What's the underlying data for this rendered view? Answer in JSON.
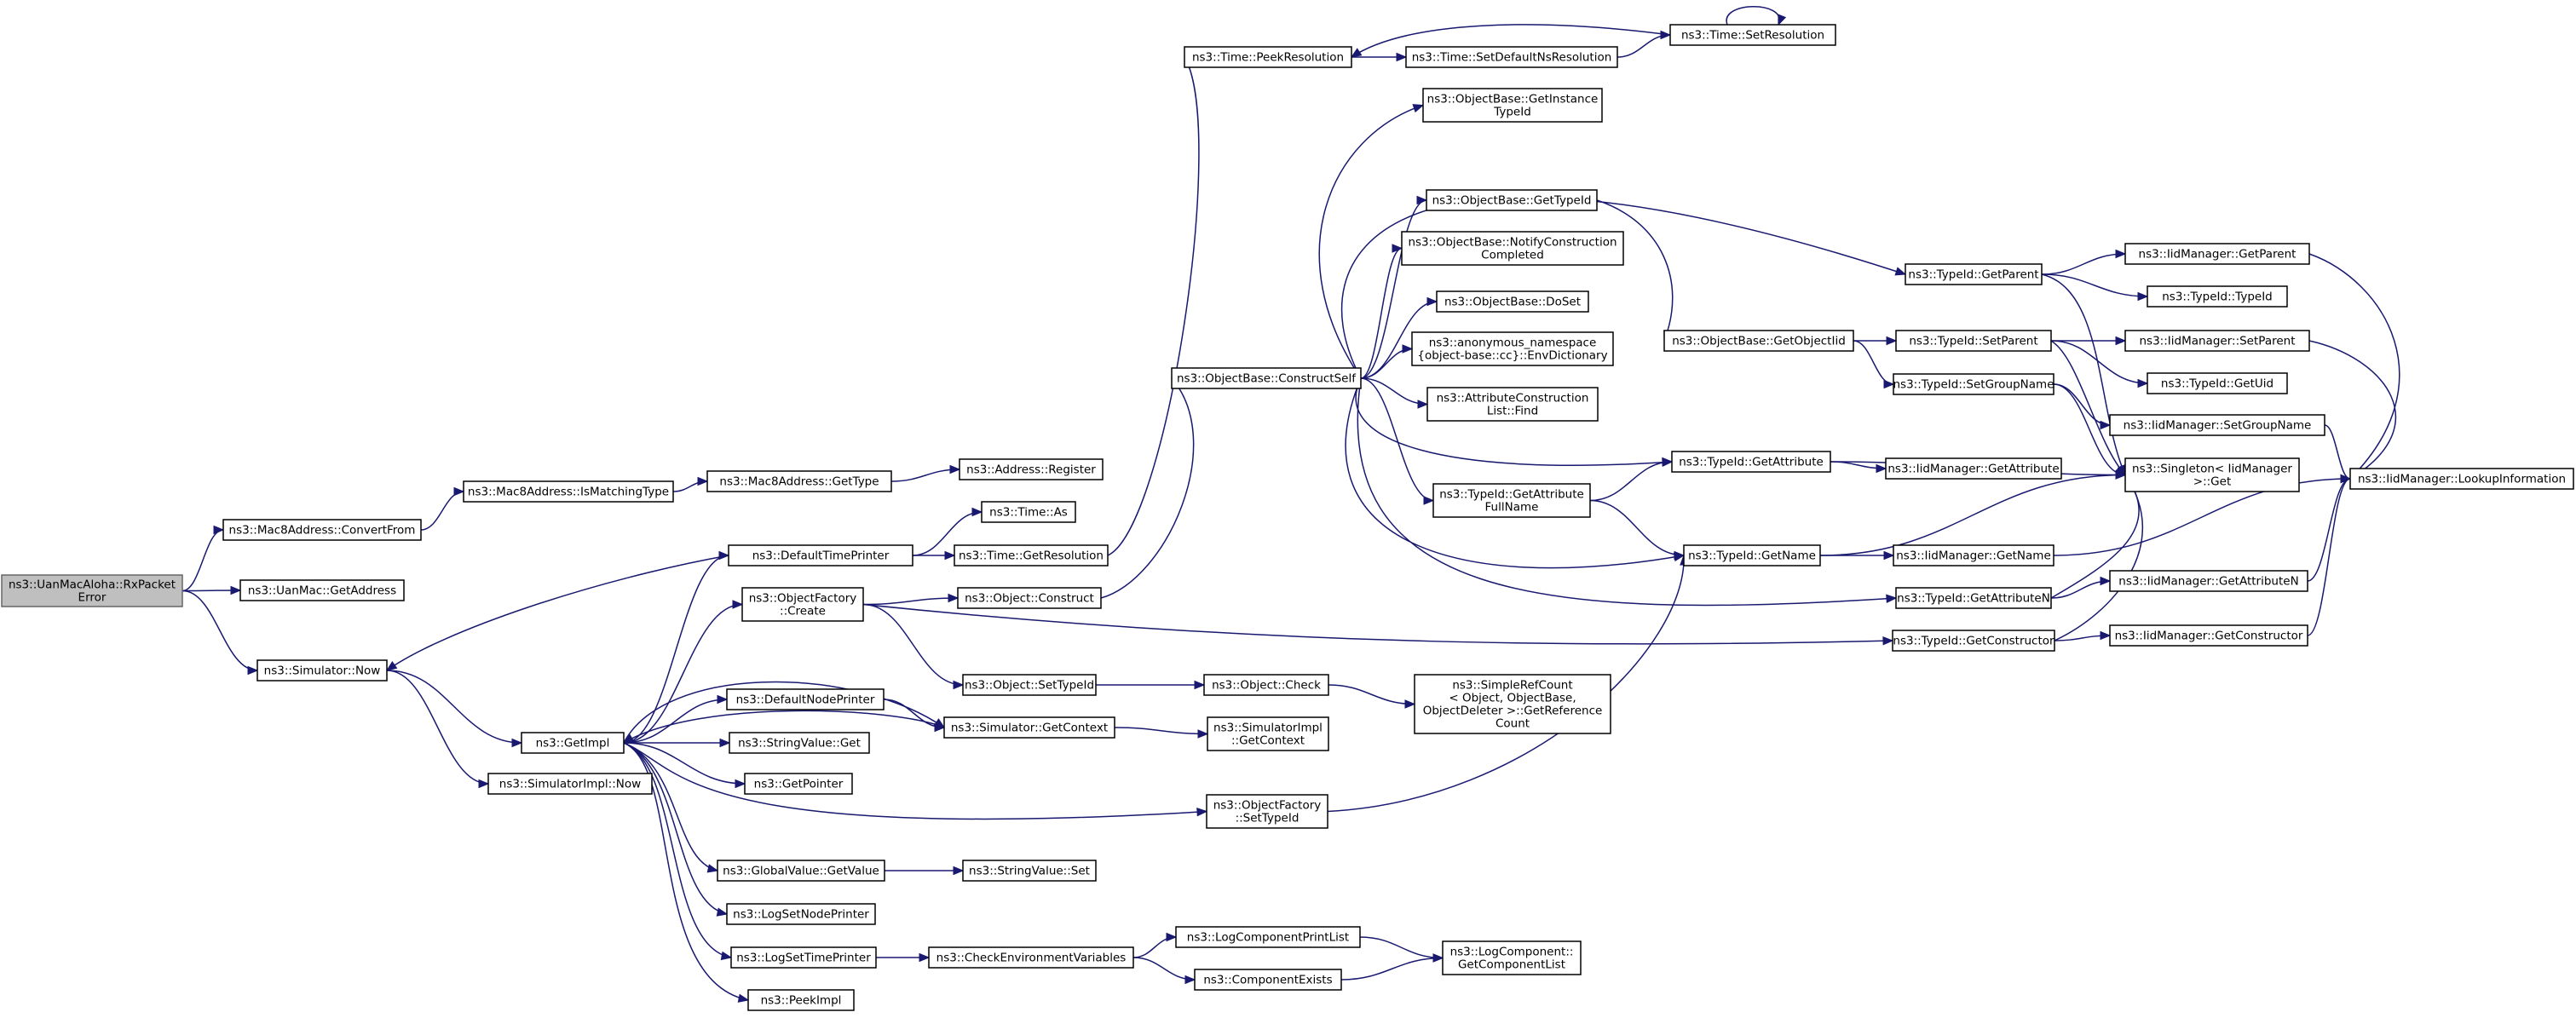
{
  "colors": {
    "edge": "#191970",
    "node_fill": "#ffffff",
    "node_border": "#000000",
    "root_fill": "#bfbfbf",
    "root_border": "#666666"
  },
  "nodes": [
    {
      "id": "root",
      "lines": [
        "ns3::UanMacAloha::RxPacket",
        "Error"
      ],
      "root": true
    },
    {
      "id": "mac8conv",
      "lines": [
        "ns3::Mac8Address::ConvertFrom"
      ]
    },
    {
      "id": "uangetaddr",
      "lines": [
        "ns3::UanMac::GetAddress"
      ]
    },
    {
      "id": "simnow",
      "lines": [
        "ns3::Simulator::Now"
      ]
    },
    {
      "id": "ismatching",
      "lines": [
        "ns3::Mac8Address::IsMatchingType"
      ]
    },
    {
      "id": "mac8gettype",
      "lines": [
        "ns3::Mac8Address::GetType"
      ]
    },
    {
      "id": "addrreg",
      "lines": [
        "ns3::Address::Register"
      ]
    },
    {
      "id": "deftimeprinter",
      "lines": [
        "ns3::DefaultTimePrinter"
      ]
    },
    {
      "id": "timeas",
      "lines": [
        "ns3::Time::As"
      ]
    },
    {
      "id": "timegetres",
      "lines": [
        "ns3::Time::GetResolution"
      ]
    },
    {
      "id": "peekres",
      "lines": [
        "ns3::Time::PeekResolution"
      ]
    },
    {
      "id": "setdefns",
      "lines": [
        "ns3::Time::SetDefaultNsResolution"
      ]
    },
    {
      "id": "setres",
      "lines": [
        "ns3::Time::SetResolution"
      ]
    },
    {
      "id": "objfactcreate",
      "lines": [
        "ns3::ObjectFactory",
        "::Create"
      ]
    },
    {
      "id": "objconstruct",
      "lines": [
        "ns3::Object::Construct"
      ]
    },
    {
      "id": "constructself",
      "lines": [
        "ns3::ObjectBase::ConstructSelf"
      ]
    },
    {
      "id": "getinstancetid",
      "lines": [
        "ns3::ObjectBase::GetInstance",
        "TypeId"
      ]
    },
    {
      "id": "obgettypeid",
      "lines": [
        "ns3::ObjectBase::GetTypeId"
      ]
    },
    {
      "id": "notifyconstr",
      "lines": [
        "ns3::ObjectBase::NotifyConstruction",
        "Completed"
      ]
    },
    {
      "id": "doset",
      "lines": [
        "ns3::ObjectBase::DoSet"
      ]
    },
    {
      "id": "envdict",
      "lines": [
        "ns3::anonymous_namespace",
        "{object-base::cc}::EnvDictionary"
      ]
    },
    {
      "id": "attrconstfind",
      "lines": [
        "ns3::AttributeConstruction",
        "List::Find"
      ]
    },
    {
      "id": "tidgetattrfull",
      "lines": [
        "ns3::TypeId::GetAttribute",
        "FullName"
      ]
    },
    {
      "id": "getobjectiid",
      "lines": [
        "ns3::ObjectBase::GetObjectIid"
      ]
    },
    {
      "id": "tidgetparent",
      "lines": [
        "ns3::TypeId::GetParent"
      ]
    },
    {
      "id": "tidsetparent",
      "lines": [
        "ns3::TypeId::SetParent"
      ]
    },
    {
      "id": "tidsetgroup",
      "lines": [
        "ns3::TypeId::SetGroupName"
      ]
    },
    {
      "id": "tidgetattr",
      "lines": [
        "ns3::TypeId::GetAttribute"
      ]
    },
    {
      "id": "tidgetname",
      "lines": [
        "ns3::TypeId::GetName"
      ]
    },
    {
      "id": "tidgetattrn",
      "lines": [
        "ns3::TypeId::GetAttributeN"
      ]
    },
    {
      "id": "tidgetconstr",
      "lines": [
        "ns3::TypeId::GetConstructor"
      ]
    },
    {
      "id": "iidgetparent",
      "lines": [
        "ns3::IidManager::GetParent"
      ]
    },
    {
      "id": "tidtypeid",
      "lines": [
        "ns3::TypeId::TypeId"
      ]
    },
    {
      "id": "iidsetparent",
      "lines": [
        "ns3::IidManager::SetParent"
      ]
    },
    {
      "id": "tidgetuid",
      "lines": [
        "ns3::TypeId::GetUid"
      ]
    },
    {
      "id": "iidsetgroup",
      "lines": [
        "ns3::IidManager::SetGroupName"
      ]
    },
    {
      "id": "singletonget",
      "lines": [
        "ns3::Singleton< IidManager",
        " >::Get"
      ]
    },
    {
      "id": "iidgetattr",
      "lines": [
        "ns3::IidManager::GetAttribute"
      ]
    },
    {
      "id": "iidgetname",
      "lines": [
        "ns3::IidManager::GetName"
      ]
    },
    {
      "id": "iidgetattrn",
      "lines": [
        "ns3::IidManager::GetAttributeN"
      ]
    },
    {
      "id": "iidgetconstr",
      "lines": [
        "ns3::IidManager::GetConstructor"
      ]
    },
    {
      "id": "lookupinfo",
      "lines": [
        "ns3::IidManager::LookupInformation"
      ]
    },
    {
      "id": "objsettypeid",
      "lines": [
        "ns3::Object::SetTypeId"
      ]
    },
    {
      "id": "objcheck",
      "lines": [
        "ns3::Object::Check"
      ]
    },
    {
      "id": "simplerefcount",
      "lines": [
        "ns3::SimpleRefCount",
        "< Object, ObjectBase,",
        " ObjectDeleter >::GetReference",
        "Count"
      ]
    },
    {
      "id": "getimpl",
      "lines": [
        "ns3::GetImpl"
      ]
    },
    {
      "id": "simimplnow",
      "lines": [
        "ns3::SimulatorImpl::Now"
      ]
    },
    {
      "id": "defnodeprinter",
      "lines": [
        "ns3::DefaultNodePrinter"
      ]
    },
    {
      "id": "simgetcontext",
      "lines": [
        "ns3::Simulator::GetContext"
      ]
    },
    {
      "id": "simimplgetcontext",
      "lines": [
        "ns3::SimulatorImpl",
        "::GetContext"
      ]
    },
    {
      "id": "strvalget",
      "lines": [
        "ns3::StringValue::Get"
      ]
    },
    {
      "id": "getpointer",
      "lines": [
        "ns3::GetPointer"
      ]
    },
    {
      "id": "objfactsettid",
      "lines": [
        "ns3::ObjectFactory",
        "::SetTypeId"
      ]
    },
    {
      "id": "globalvalget",
      "lines": [
        "ns3::GlobalValue::GetValue"
      ]
    },
    {
      "id": "strvalset",
      "lines": [
        "ns3::StringValue::Set"
      ]
    },
    {
      "id": "logsetnode",
      "lines": [
        "ns3::LogSetNodePrinter"
      ]
    },
    {
      "id": "logsettime",
      "lines": [
        "ns3::LogSetTimePrinter"
      ]
    },
    {
      "id": "checkenv",
      "lines": [
        "ns3::CheckEnvironmentVariables"
      ]
    },
    {
      "id": "logcompprint",
      "lines": [
        "ns3::LogComponentPrintList"
      ]
    },
    {
      "id": "compexists",
      "lines": [
        "ns3::ComponentExists"
      ]
    },
    {
      "id": "logcompgetlist",
      "lines": [
        "ns3::LogComponent::",
        "GetComponentList"
      ]
    },
    {
      "id": "peekimpl",
      "lines": [
        "ns3::PeekImpl"
      ]
    }
  ],
  "edges": [
    [
      "root",
      "mac8conv"
    ],
    [
      "root",
      "uangetaddr"
    ],
    [
      "root",
      "simnow"
    ],
    [
      "mac8conv",
      "ismatching"
    ],
    [
      "ismatching",
      "mac8gettype"
    ],
    [
      "mac8gettype",
      "addrreg"
    ],
    [
      "simnow",
      "getimpl"
    ],
    [
      "simnow",
      "simimplnow"
    ],
    [
      "deftimeprinter",
      "simnow"
    ],
    [
      "deftimeprinter",
      "timeas"
    ],
    [
      "deftimeprinter",
      "timegetres"
    ],
    [
      "timegetres",
      "peekres"
    ],
    [
      "peekres",
      "setdefns"
    ],
    [
      "setdefns",
      "setres"
    ],
    [
      "setres",
      "peekres"
    ],
    [
      "setres",
      "setres"
    ],
    [
      "getimpl",
      "deftimeprinter"
    ],
    [
      "getimpl",
      "objfactcreate"
    ],
    [
      "getimpl",
      "defnodeprinter"
    ],
    [
      "getimpl",
      "strvalget"
    ],
    [
      "getimpl",
      "getpointer"
    ],
    [
      "getimpl",
      "objfactsettid"
    ],
    [
      "getimpl",
      "globalvalget"
    ],
    [
      "getimpl",
      "logsetnode"
    ],
    [
      "getimpl",
      "logsettime"
    ],
    [
      "getimpl",
      "peekimpl"
    ],
    [
      "getimpl",
      "simgetcontext"
    ],
    [
      "simgetcontext",
      "getimpl"
    ],
    [
      "simgetcontext",
      "simimplgetcontext"
    ],
    [
      "defnodeprinter",
      "simgetcontext"
    ],
    [
      "objfactcreate",
      "objconstruct"
    ],
    [
      "objfactcreate",
      "objsettypeid"
    ],
    [
      "objfactcreate",
      "tidgetconstr"
    ],
    [
      "objconstruct",
      "constructself"
    ],
    [
      "objsettypeid",
      "objcheck"
    ],
    [
      "objcheck",
      "simplerefcount"
    ],
    [
      "constructself",
      "getinstancetid"
    ],
    [
      "constructself",
      "obgettypeid"
    ],
    [
      "constructself",
      "notifyconstr"
    ],
    [
      "constructself",
      "doset"
    ],
    [
      "constructself",
      "envdict"
    ],
    [
      "constructself",
      "attrconstfind"
    ],
    [
      "constructself",
      "tidgetattrfull"
    ],
    [
      "constructself",
      "tidgetparent"
    ],
    [
      "constructself",
      "tidgetattr"
    ],
    [
      "constructself",
      "tidgetname"
    ],
    [
      "constructself",
      "tidgetattrn"
    ],
    [
      "obgettypeid",
      "getobjectiid"
    ],
    [
      "getobjectiid",
      "tidsetparent"
    ],
    [
      "getobjectiid",
      "tidsetgroup"
    ],
    [
      "tidgetattrfull",
      "tidgetattr"
    ],
    [
      "tidgetattrfull",
      "tidgetname"
    ],
    [
      "tidgetparent",
      "iidgetparent"
    ],
    [
      "tidgetparent",
      "tidtypeid"
    ],
    [
      "tidgetparent",
      "singletonget"
    ],
    [
      "tidsetparent",
      "iidsetparent"
    ],
    [
      "tidsetparent",
      "tidgetuid"
    ],
    [
      "tidsetparent",
      "singletonget"
    ],
    [
      "tidsetgroup",
      "iidsetgroup"
    ],
    [
      "tidsetgroup",
      "singletonget"
    ],
    [
      "tidgetattr",
      "iidgetattr"
    ],
    [
      "tidgetattr",
      "singletonget"
    ],
    [
      "tidgetname",
      "iidgetname"
    ],
    [
      "tidgetname",
      "singletonget"
    ],
    [
      "tidgetattrn",
      "iidgetattrn"
    ],
    [
      "tidgetattrn",
      "singletonget"
    ],
    [
      "tidgetconstr",
      "iidgetconstr"
    ],
    [
      "tidgetconstr",
      "singletonget"
    ],
    [
      "iidgetparent",
      "lookupinfo"
    ],
    [
      "iidsetparent",
      "lookupinfo"
    ],
    [
      "iidsetgroup",
      "lookupinfo"
    ],
    [
      "iidgetname",
      "lookupinfo"
    ],
    [
      "iidgetattrn",
      "lookupinfo"
    ],
    [
      "iidgetconstr",
      "lookupinfo"
    ],
    [
      "objfactsettid",
      "tidgetname"
    ],
    [
      "globalvalget",
      "strvalset"
    ],
    [
      "logsettime",
      "checkenv"
    ],
    [
      "checkenv",
      "logcompprint"
    ],
    [
      "checkenv",
      "compexists"
    ],
    [
      "logcompprint",
      "logcompgetlist"
    ],
    [
      "compexists",
      "logcompgetlist"
    ]
  ]
}
